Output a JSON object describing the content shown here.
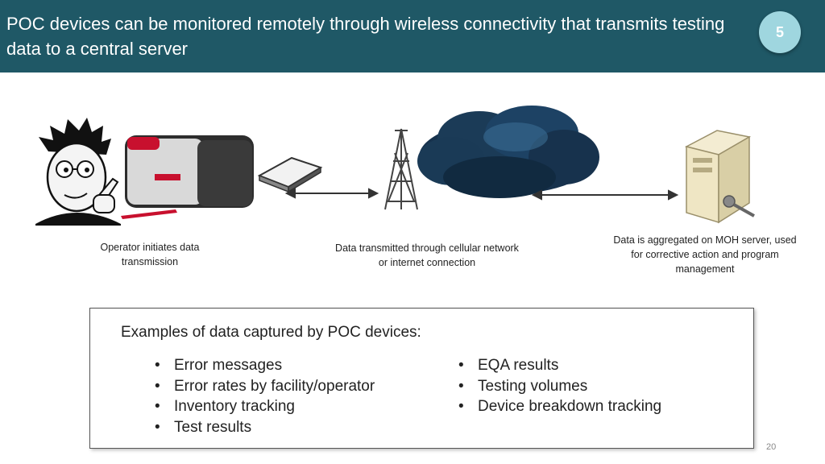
{
  "header": {
    "title": "POC devices can be monitored remotely through wireless connectivity that transmits testing data to a central server",
    "badge": "5"
  },
  "diagram": {
    "captions": {
      "operator": "Operator initiates data transmission",
      "network": "Data transmitted through cellular network or internet connection",
      "server": "Data is aggregated on MOH server, used for corrective action and program management"
    }
  },
  "examples": {
    "heading": "Examples of data captured by POC devices:",
    "bullet": "•",
    "left_items": [
      "Error messages",
      "Error rates by facility/operator",
      "Inventory tracking",
      "Test results"
    ],
    "right_items": [
      "EQA results",
      "Testing volumes",
      "Device breakdown tracking"
    ]
  },
  "footer": {
    "page_number": "20"
  },
  "colors": {
    "header_bg": "#1f5866",
    "badge_bg": "#9fd6df",
    "cloud": "#17324d"
  }
}
